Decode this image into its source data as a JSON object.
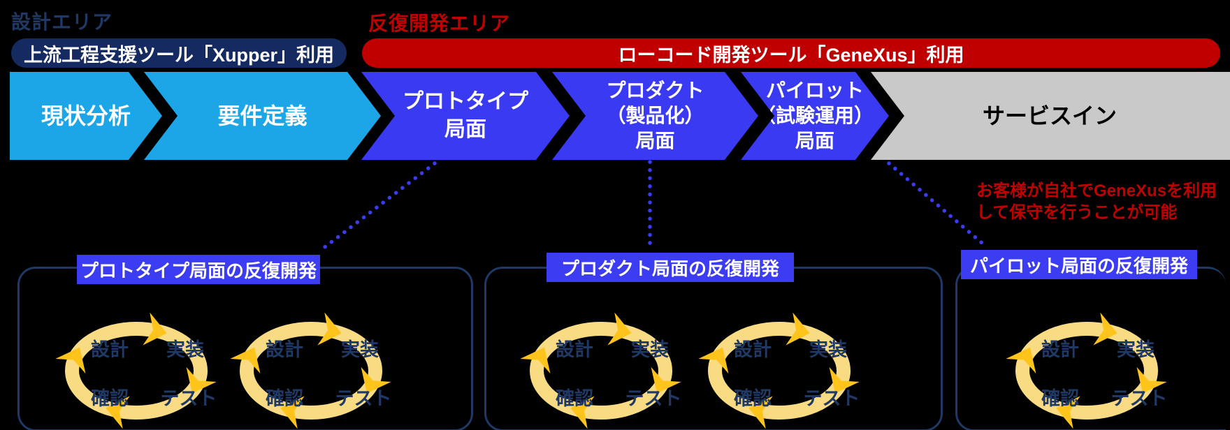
{
  "areas": {
    "design": {
      "label": "設計エリア",
      "tool_pill": "上流工程支援ツール「Xupper」利用"
    },
    "iterative": {
      "label": "反復開発エリア",
      "tool_pill": "ローコード開発ツール「GeneXus」利用"
    }
  },
  "phases": [
    {
      "lines": [
        "現状分析"
      ],
      "area": "design"
    },
    {
      "lines": [
        "要件定義"
      ],
      "area": "design"
    },
    {
      "lines": [
        "プロトタイプ",
        "局面"
      ],
      "area": "iterative"
    },
    {
      "lines": [
        "プロダクト",
        "（製品化）",
        "局面"
      ],
      "area": "iterative"
    },
    {
      "lines": [
        "パイロット",
        "（試験運用）",
        "局面"
      ],
      "area": "iterative"
    },
    {
      "lines": [
        "サービスイン"
      ],
      "area": "service-in"
    }
  ],
  "annotation": {
    "lines": [
      "お客様が自社でGeneXusを利用",
      "して保守を行うことが可能"
    ]
  },
  "boxes": [
    {
      "title": "プロトタイプ局面の反復開発",
      "cycles": 2
    },
    {
      "title": "プロダクト局面の反復開発",
      "cycles": 2
    },
    {
      "title": "パイロット局面の反復開発",
      "cycles": 1
    }
  ],
  "cycle_labels": {
    "design": "設計",
    "implement": "実装",
    "test": "テスト",
    "confirm": "確認"
  },
  "colors": {
    "design_area_text": "#1F3864",
    "iterative_area_text": "#C00000",
    "xupper_pill": "#142A60",
    "genexus_pill": "#C00000",
    "phase_lightblue": "#1CA6E8",
    "phase_blue": "#3A3AF2",
    "phase_gray": "#C9C9C9",
    "box_title_bar": "#3C3CF2",
    "box_border": "#1F3864",
    "cycle_ring": "#F8DB82",
    "cycle_arrow": "#FFC41C",
    "connector_dotted": "#3B3BF0"
  }
}
